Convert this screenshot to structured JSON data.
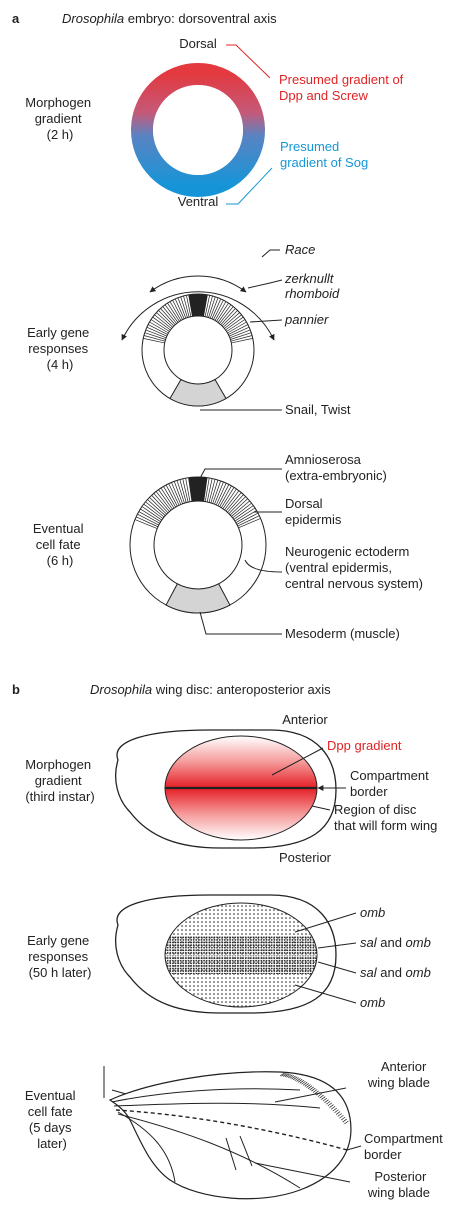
{
  "panel_a": {
    "letter": "a",
    "title_italic": "Drosophila",
    "title_rest": " embryo: dorsoventral axis",
    "row1": {
      "side_label": [
        "Morphogen",
        "gradient",
        "(2 h)"
      ],
      "dorsal": "Dorsal",
      "ventral": "Ventral",
      "dpp_label": [
        "Presumed gradient of",
        "Dpp and Screw"
      ],
      "sog_label": [
        "Presumed",
        "gradient of Sog"
      ]
    },
    "row2": {
      "side_label": [
        "Early gene",
        "responses",
        "(4 h)"
      ],
      "race": "Race",
      "zerknullt": [
        "zerknullt",
        "rhomboid"
      ],
      "pannier": "pannier",
      "snail": "Snail, Twist"
    },
    "row3": {
      "side_label": [
        "Eventual",
        "cell fate",
        "(6 h)"
      ],
      "amnioserosa": [
        "Amnioserosa",
        "(extra-embryonic)"
      ],
      "dorsal_epidermis": [
        "Dorsal",
        "epidermis"
      ],
      "neurogenic": [
        "Neurogenic ectoderm",
        "(ventral epidermis,",
        "central nervous system)"
      ],
      "mesoderm": "Mesoderm (muscle)"
    }
  },
  "panel_b": {
    "letter": "b",
    "title_italic": "Drosophila",
    "title_rest": " wing disc: anteroposterior axis",
    "row1": {
      "side_label": [
        "Morphogen",
        "gradient",
        "(third instar)"
      ],
      "anterior": "Anterior",
      "posterior": "Posterior",
      "dpp": "Dpp gradient",
      "compartment": [
        "Compartment",
        "border"
      ],
      "region": [
        "Region of disc",
        "that will form wing"
      ]
    },
    "row2": {
      "side_label": [
        "Early gene",
        "responses",
        "(50 h later)"
      ],
      "omb_top": "omb",
      "sal_omb_1_a": "sal",
      "sal_omb_1_b": " and ",
      "sal_omb_1_c": "omb",
      "sal_omb_2_a": "sal",
      "sal_omb_2_b": " and ",
      "sal_omb_2_c": "omb",
      "omb_bottom": "omb"
    },
    "row3": {
      "side_label": [
        "Eventual",
        "cell fate",
        "(5 days",
        "later)"
      ],
      "anterior_blade": [
        "Anterior",
        "wing blade"
      ],
      "compartment": [
        "Compartment",
        "border"
      ],
      "posterior_blade": [
        "Posterior",
        "wing blade"
      ]
    }
  },
  "colors": {
    "red": "#e02424",
    "blue": "#1597d6",
    "line": "#222222",
    "mesoderm_gray": "#d4d4d4",
    "dark": "#222222"
  }
}
